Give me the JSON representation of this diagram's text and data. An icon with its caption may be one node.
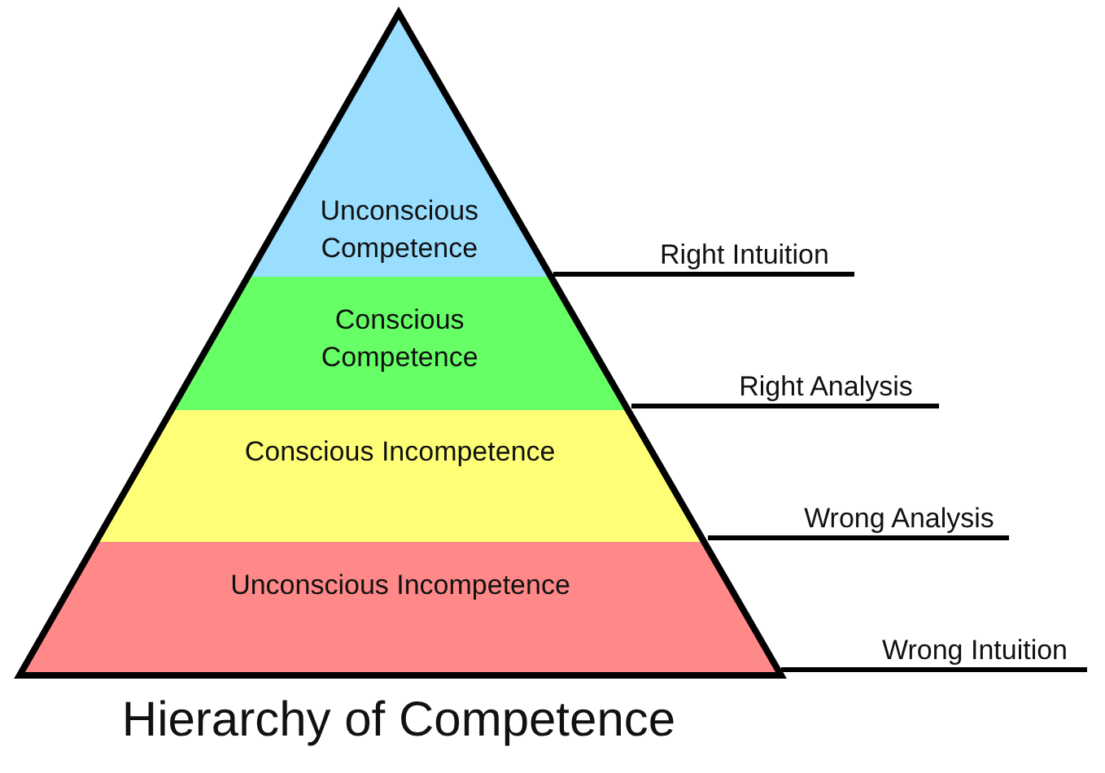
{
  "diagram": {
    "title": "Hierarchy of Competence",
    "nodes": [
      {
        "text": [
          "Unconscious Competence"
        ]
      },
      {
        "text": [
          "Conscious Competence"
        ]
      },
      {
        "text": [
          "Conscious Incompetence"
        ]
      },
      {
        "text": [
          "Unconscious Incompetence"
        ]
      }
    ],
    "labels": [
      "Right Intuition",
      "Right Analysis",
      "Wrong Analysis",
      "Wrong Intuition"
    ]
  }
}
